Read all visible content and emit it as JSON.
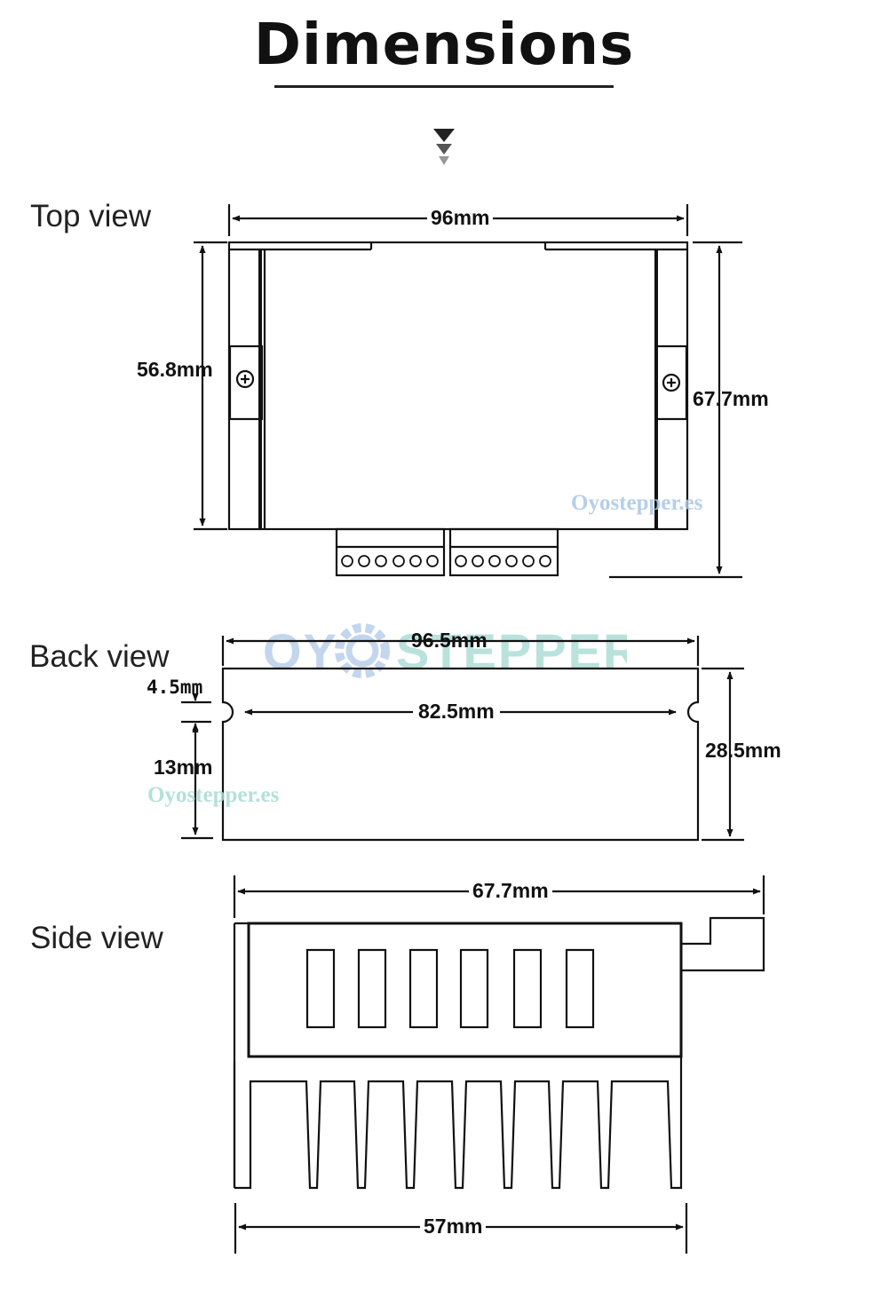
{
  "title": "Dimensions",
  "views": {
    "top": {
      "label": "Top view",
      "width": "96mm",
      "inner_height": "56.8mm",
      "total_height": "67.7mm"
    },
    "back": {
      "label": "Back view",
      "width": "96.5mm",
      "slot_spacing": "82.5mm",
      "slot_offset": "4.5mm",
      "lower_height": "13mm",
      "height": "28.5mm"
    },
    "side": {
      "label": "Side view",
      "width": "67.7mm",
      "base_width": "57mm"
    }
  },
  "watermark": {
    "domain": "Oyostepper.es",
    "logo_left": "OY",
    "logo_right": "STEPPER"
  },
  "colors": {
    "line": "#111111",
    "watermark_blue": "#a9c7e6",
    "watermark_green": "#a6dcd2"
  }
}
